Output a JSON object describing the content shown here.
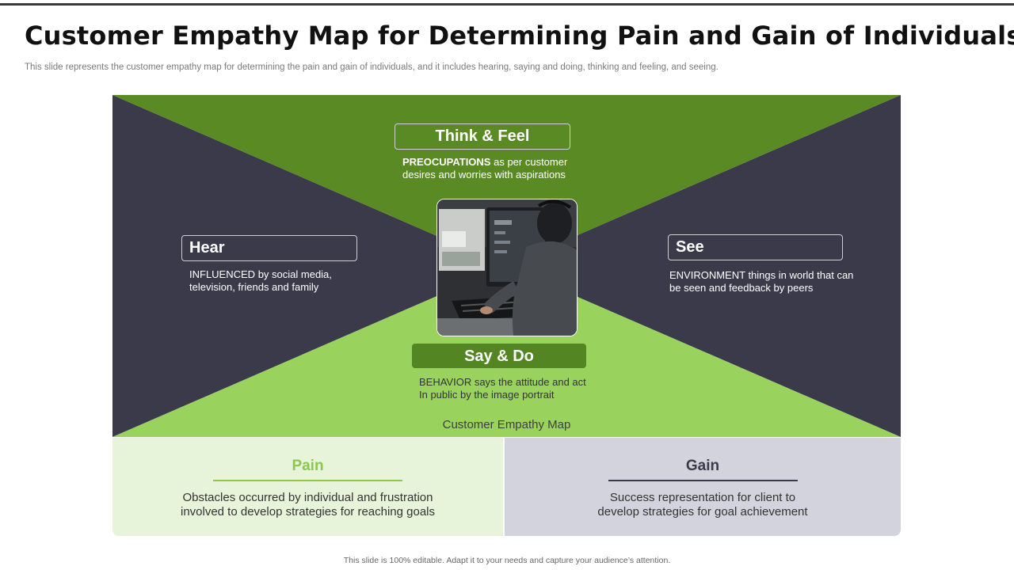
{
  "slide": {
    "title": "Customer Empathy Map for Determining Pain and Gain of Individuals",
    "subtitle": "This slide represents the customer empathy map for determining the pain and gain of individuals, and it includes hearing, saying and doing, thinking and feeling, and seeing.",
    "footer": "This slide is 100% editable. Adapt it to your needs and capture your audience’s attention."
  },
  "colors": {
    "dark": "#3a3a4a",
    "dark_green": "#5a8a23",
    "light_green": "#99d35d",
    "pain_bg": "#e8f4da",
    "gain_bg": "#d3d3dd"
  },
  "map": {
    "caption": "Customer Empathy Map",
    "think_feel": {
      "title": "Think & Feel",
      "keyword": "PREOCUPATIONS",
      "text_line1": " as per customer",
      "text_line2": "desires and worries with aspirations"
    },
    "hear": {
      "title": "Hear",
      "keyword": "INFLUENCED",
      "text_line1": " by social media,",
      "text_line2": "television, friends and family"
    },
    "see": {
      "title": "See",
      "keyword": "ENVIRONMENT",
      "text_line1": " things in world that can",
      "text_line2": "be seen and feedback by peers"
    },
    "say_do": {
      "title": "Say & Do",
      "keyword": "BEHAVIOR",
      "text_line1": " says the attitude and act",
      "text_line2": "In public by the image portrait"
    },
    "photo_icon": "person-at-computer-photo"
  },
  "pain": {
    "title": "Pain",
    "text": "Obstacles occurred by individual and frustration\ninvolved to develop strategies for reaching goals"
  },
  "gain": {
    "title": "Gain",
    "text": "Success representation for client to\ndevelop strategies for goal achievement"
  }
}
